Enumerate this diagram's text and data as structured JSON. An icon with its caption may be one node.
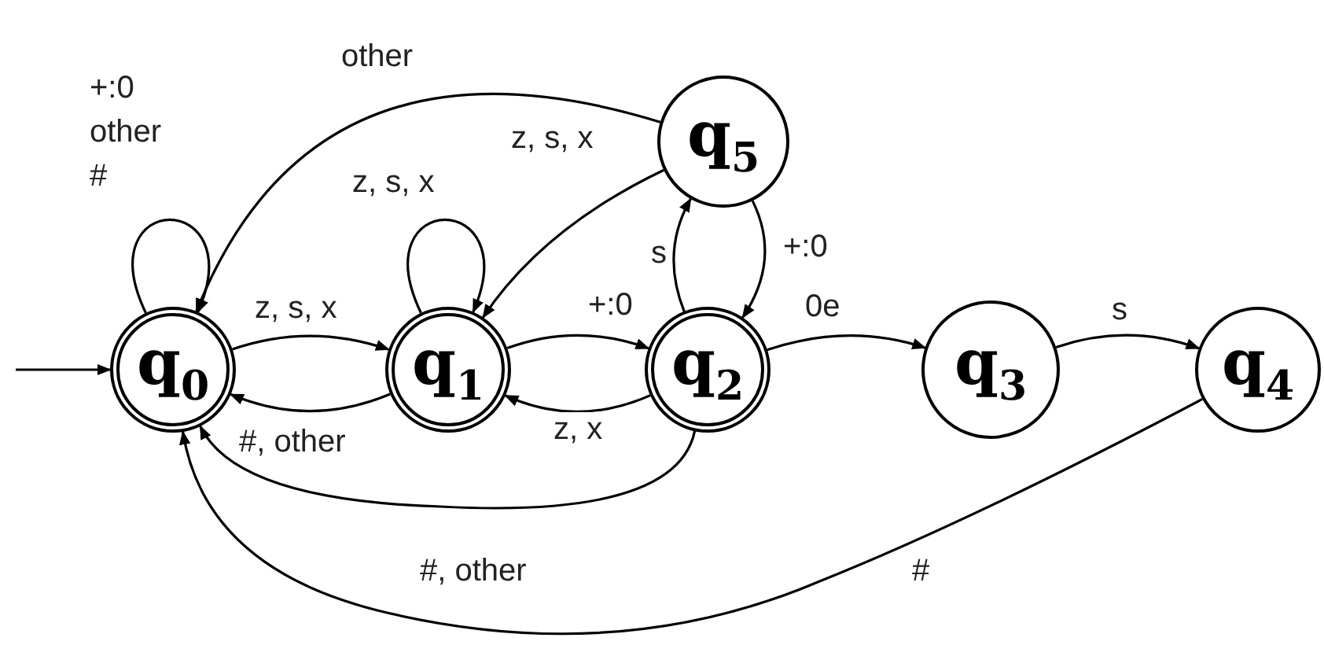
{
  "diagram": {
    "nodes": [
      {
        "text": [
          "q$_{0}$"
        ]
      },
      {
        "text": [
          "q$_{1}$"
        ]
      },
      {
        "text": [
          "q$_{2}$"
        ]
      },
      {
        "text": [
          "q$_{3}$"
        ]
      },
      {
        "text": [
          "q$_{4}$"
        ]
      },
      {
        "text": [
          "q$_{5}$"
        ]
      }
    ],
    "edges": [
      {
        "from": null,
        "to": 0,
        "arrow": "to"
      },
      {
        "from": 0,
        "to": 0,
        "arrow": "to",
        "label": "+:0 other #"
      },
      {
        "from": 0,
        "to": 1,
        "arrow": "to",
        "label": "z, s, x"
      },
      {
        "from": 1,
        "to": 0,
        "arrow": "to",
        "label": "#, other"
      },
      {
        "from": 1,
        "to": 1,
        "arrow": "to",
        "label": "z, s, x"
      },
      {
        "from": 1,
        "to": 2,
        "arrow": "to",
        "label": "+:0"
      },
      {
        "from": 2,
        "to": 1,
        "arrow": "to",
        "label": "z, x"
      },
      {
        "from": 2,
        "to": 5,
        "arrow": "to",
        "label": "s"
      },
      {
        "from": 5,
        "to": 2,
        "arrow": "to",
        "label": "+:0"
      },
      {
        "from": 5,
        "to": 0,
        "arrow": "to",
        "label": "other"
      },
      {
        "from": 5,
        "to": 1,
        "arrow": "to",
        "label": "z, s, x"
      },
      {
        "from": 2,
        "to": 3,
        "arrow": "to",
        "label": "0e"
      },
      {
        "from": 3,
        "to": 4,
        "arrow": "to",
        "label": "s"
      },
      {
        "from": 2,
        "to": 0,
        "arrow": "to",
        "label": "#, other"
      },
      {
        "from": 4,
        "to": 0,
        "arrow": "to",
        "label": "#"
      }
    ]
  }
}
